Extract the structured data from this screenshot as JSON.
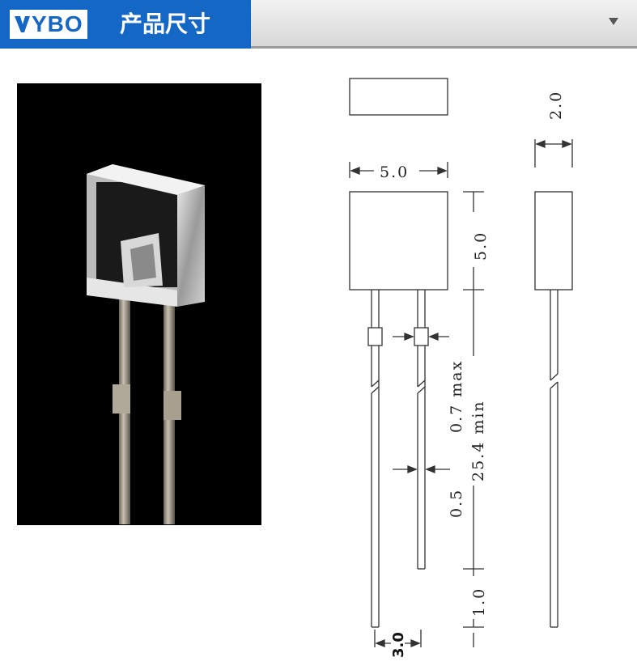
{
  "header": {
    "logo_text": "YBO",
    "title": "产品尺寸"
  },
  "drawing": {
    "dims": {
      "body_width": "5.0",
      "body_height": "5.0",
      "body_depth": "2.0",
      "tab_width": "0.7 max",
      "lead_length": "25.4 min",
      "lead_width": "0.5",
      "lead_tip": "1.0",
      "pitch": "3.0"
    }
  },
  "colors": {
    "brand_blue": "#1467c4",
    "header_gray": "#d8d8d8",
    "line": "#333333"
  }
}
